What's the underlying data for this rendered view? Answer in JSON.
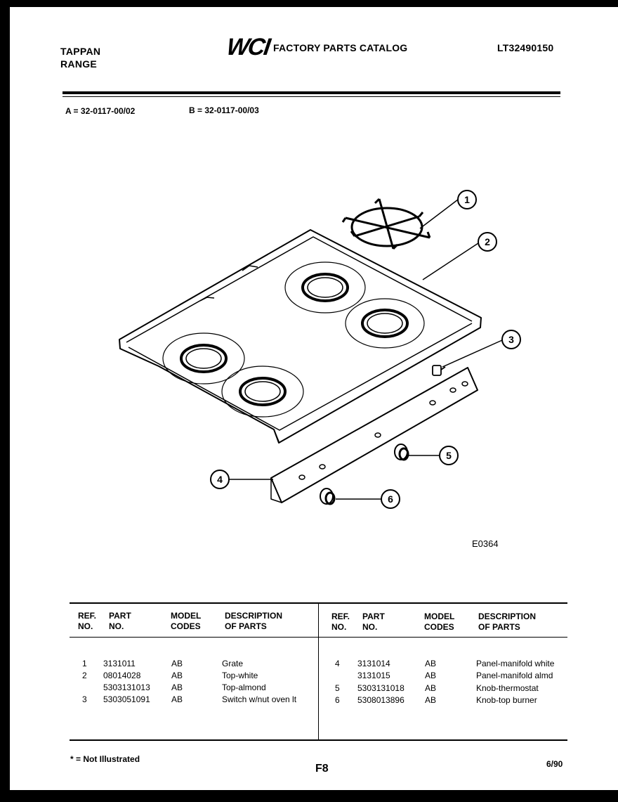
{
  "header": {
    "brand": "TAPPAN",
    "product": "RANGE",
    "logo": "WCI",
    "catalog_title": "FACTORY PARTS CATALOG",
    "catalog_number": "LT32490150"
  },
  "models": {
    "a": "A = 32-0117-00/02",
    "b": "B = 32-0117-00/03"
  },
  "figure": {
    "id": "E0364",
    "callouts": [
      "1",
      "2",
      "3",
      "4",
      "5",
      "6"
    ]
  },
  "table": {
    "headers": {
      "ref_line1": "REF.",
      "ref_line2": "NO.",
      "part_line1": "PART",
      "part_line2": "NO.",
      "model_line1": "MODEL",
      "model_line2": "CODES",
      "desc_line1": "DESCRIPTION",
      "desc_line2": "OF PARTS"
    },
    "left_rows": [
      {
        "ref": "1",
        "part": "3131011",
        "model": "AB",
        "desc": "Grate"
      },
      {
        "ref": "2",
        "part": "08014028",
        "model": "AB",
        "desc": "Top-white"
      },
      {
        "ref": "",
        "part": "5303131013",
        "model": "AB",
        "desc": "Top-almond"
      },
      {
        "ref": "3",
        "part": "5303051091",
        "model": "AB",
        "desc": "Switch w/nut oven lt"
      }
    ],
    "right_rows": [
      {
        "ref": "4",
        "part": "3131014",
        "model": "AB",
        "desc": "Panel-manifold white"
      },
      {
        "ref": "",
        "part": "3131015",
        "model": "AB",
        "desc": "Panel-manifold almd"
      },
      {
        "ref": "5",
        "part": "5303131018",
        "model": "AB",
        "desc": "Knob-thermostat"
      },
      {
        "ref": "6",
        "part": "5308013896",
        "model": "AB",
        "desc": "Knob-top burner"
      }
    ]
  },
  "footer": {
    "note": "* = Not Illustrated",
    "page": "F8",
    "date": "6/90"
  }
}
